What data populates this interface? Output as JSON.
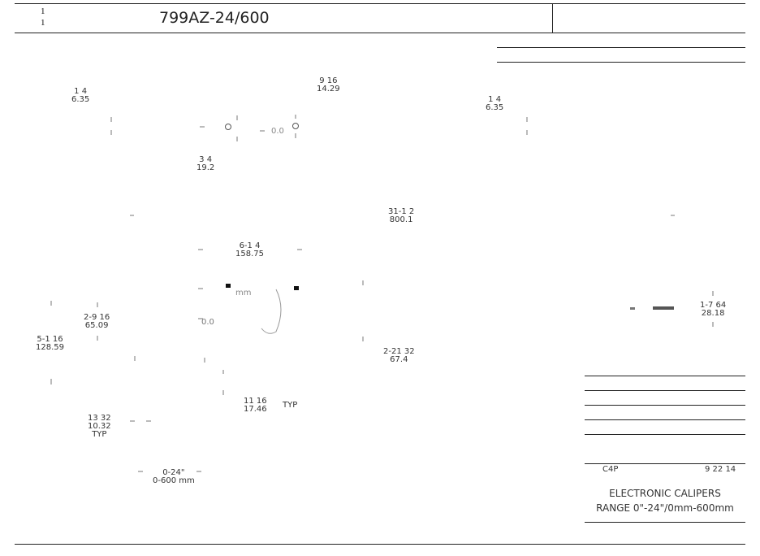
{
  "header": {
    "sheet_top": "1",
    "sheet_bottom": "1",
    "part_number": "799AZ-24/600"
  },
  "dimensions": [
    {
      "id": "d1",
      "imperial": "1 4",
      "metric": "6.35"
    },
    {
      "id": "d2",
      "imperial": "9 16",
      "metric": "14.29"
    },
    {
      "id": "d3",
      "imperial": "1 4",
      "metric": "6.35"
    },
    {
      "id": "d4",
      "imperial": "3 4",
      "metric": "19.2"
    },
    {
      "id": "d5",
      "imperial": "31-1 2",
      "metric": "800.1"
    },
    {
      "id": "d6",
      "imperial": "6-1 4",
      "metric": "158.75"
    },
    {
      "id": "d7",
      "imperial": "2-9 16",
      "metric": "65.09"
    },
    {
      "id": "d8",
      "imperial": "5-1 16",
      "metric": "128.59"
    },
    {
      "id": "d9",
      "imperial": "1-7 64",
      "metric": "28.18"
    },
    {
      "id": "d10",
      "imperial": "2-21 32",
      "metric": "67.4"
    },
    {
      "id": "d11",
      "imperial": "11 16",
      "metric": "17.46",
      "note": "TYP"
    },
    {
      "id": "d12",
      "imperial": "13 32",
      "metric": "10.32",
      "note": "TYP"
    },
    {
      "id": "d13",
      "imperial": "0-24\"",
      "metric": "0-600 mm"
    }
  ],
  "display_labels": {
    "unit": "mm",
    "reading_left": "0.0",
    "reading_right": "0.0"
  },
  "title_block": {
    "rev_label": "C4P",
    "date": "9 22 14",
    "title_line1": "ELECTRONIC CALIPERS",
    "title_line2": "RANGE 0\"-24\"/0mm-600mm"
  }
}
